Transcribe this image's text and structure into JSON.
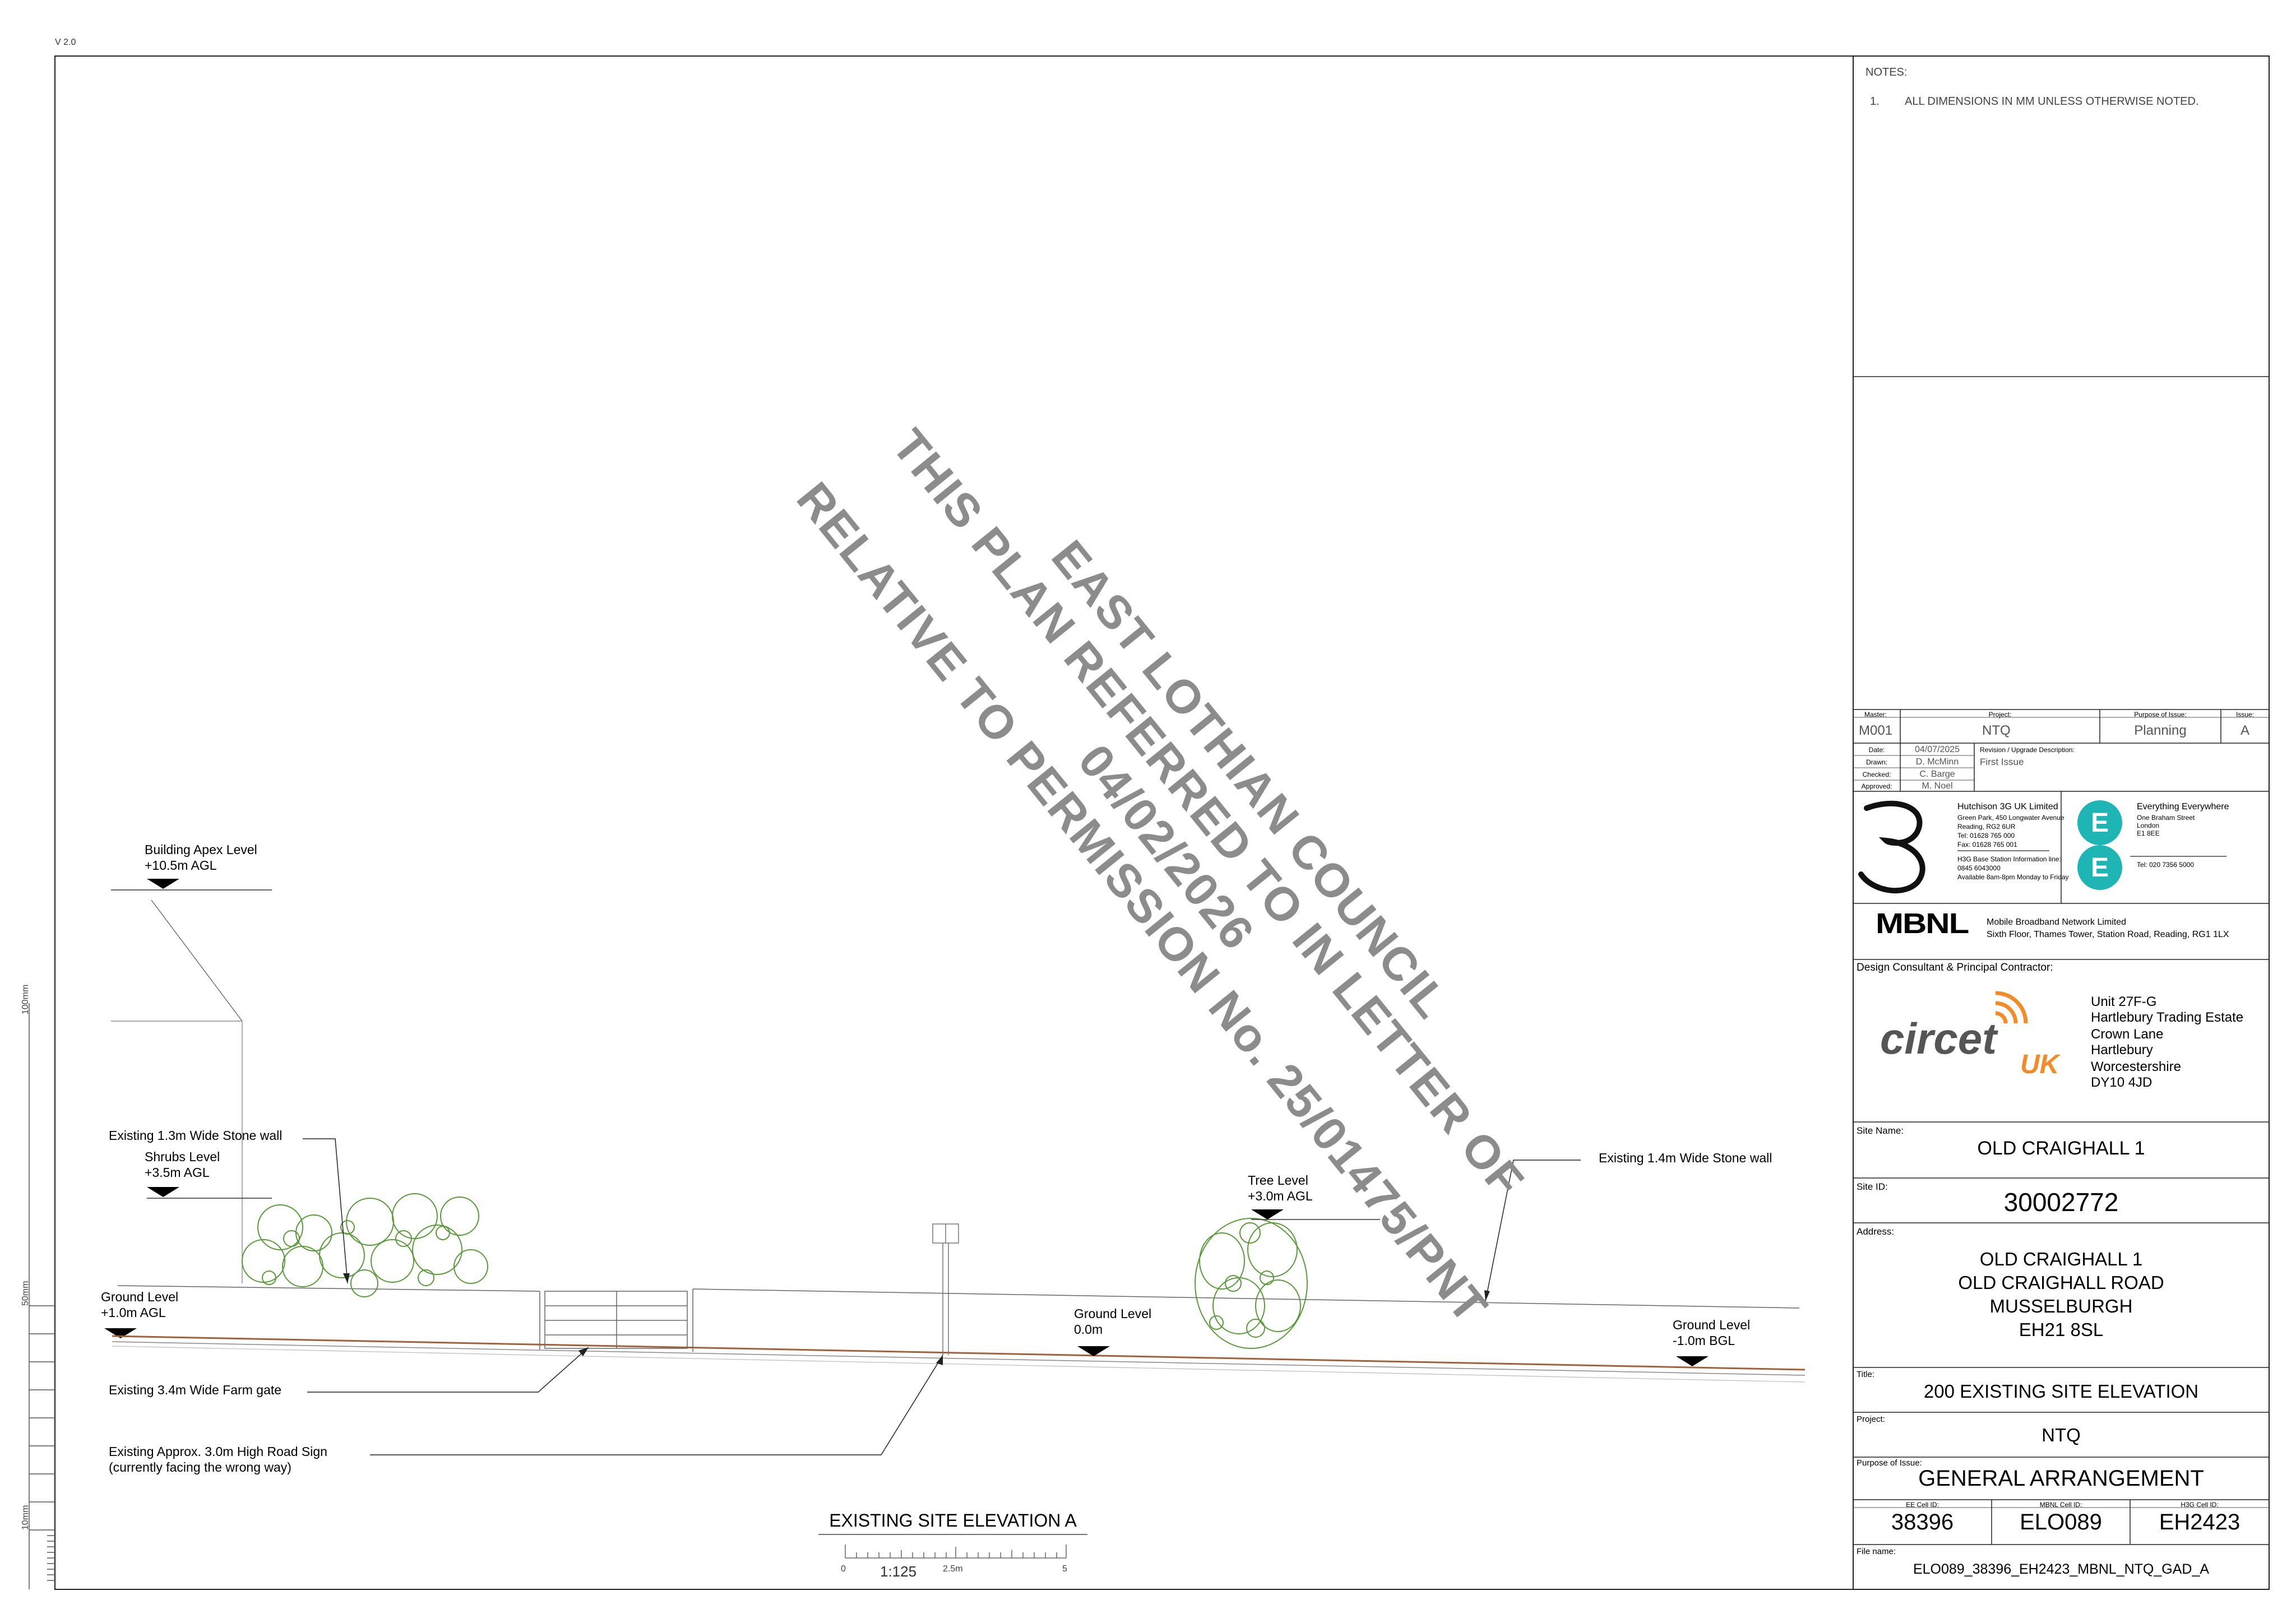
{
  "version": "V 2.0",
  "scale_bar_ticks": [
    "100mm",
    "50mm",
    "10mm"
  ],
  "drawing": {
    "title": "EXISTING SITE ELEVATION A",
    "scale": "1:125",
    "scale_marks": [
      "0",
      "2.5m",
      "5"
    ],
    "annotations": {
      "building_apex": [
        "Building Apex Level",
        "+10.5m AGL"
      ],
      "shrubs": [
        "Shrubs Level",
        "+3.5m AGL"
      ],
      "stone_wall_13": "Existing 1.3m Wide Stone wall",
      "ground_left": [
        "Ground Level",
        "+1.0m AGL"
      ],
      "ground_mid": [
        "Ground Level",
        "0.0m"
      ],
      "ground_right": [
        "Ground Level",
        "-1.0m BGL"
      ],
      "tree": [
        "Tree Level",
        "+3.0m AGL"
      ],
      "stone_wall_14": "Existing 1.4m Wide Stone wall",
      "farm_gate": "Existing 3.4m Wide Farm gate",
      "road_sign": [
        "Existing Approx. 3.0m High Road Sign",
        "(currently facing the wrong way)"
      ]
    },
    "colors": {
      "vegetation": "#5a9a3a",
      "ground_line": "#a0623a",
      "watermark": "#8c8c8c"
    }
  },
  "watermark": [
    "EAST LOTHIAN COUNCIL",
    "THIS PLAN REFERRED TO IN LETTER OF",
    "04/02/2026",
    "RELATIVE TO PERMISSION No. 25/01475/PNT"
  ],
  "title_block": {
    "notes_heading": "NOTES:",
    "notes": [
      {
        "num": "1.",
        "text": "ALL DIMENSIONS IN MM UNLESS OTHERWISE NOTED."
      }
    ],
    "master_label": "Master:",
    "master": "M001",
    "project_label": "Project:",
    "project": "NTQ",
    "purpose_label": "Purpose of Issue:",
    "purpose": "Planning",
    "issue_label": "Issue:",
    "issue": "A",
    "rev_rows": [
      {
        "label": "Date:",
        "value": "04/07/2025"
      },
      {
        "label": "Drawn:",
        "value": "D. McMinn"
      },
      {
        "label": "Checked:",
        "value": "C. Barge"
      },
      {
        "label": "Approved:",
        "value": "M. Noel"
      }
    ],
    "revision_label": "Revision / Upgrade Description:",
    "revision_desc": "First Issue",
    "three": {
      "name": "Hutchison 3G UK Limited",
      "address": [
        "Green Park, 450 Longwater Avenue",
        "Reading, RG2 6UR"
      ],
      "tel": "Tel: 01628 765 000",
      "fax": "Fax: 01628 765 001",
      "info": [
        "H3G Base Station Information line:",
        "0845 6043000",
        "Available 8am-8pm Monday to Friday"
      ]
    },
    "ee": {
      "name": "Everything Everywhere",
      "address": [
        "One Braham Street",
        "London",
        "E1 8EE"
      ],
      "tel": "Tel: 020 7356 5000",
      "color": "#1fb5b5"
    },
    "mbnl": {
      "logo": "MBNL",
      "name": "Mobile Broadband Network Limited",
      "address": "Sixth Floor, Thames Tower,  Station Road, Reading, RG1 1LX"
    },
    "consultant_label": "Design Consultant & Principal Contractor:",
    "circet": {
      "logo": "circet",
      "logo_sub": "UK",
      "address": [
        "Unit 27F-G",
        "Hartlebury Trading Estate",
        "Crown Lane",
        "Hartlebury",
        "Worcestershire",
        "DY10 4JD"
      ],
      "color_dark": "#555555",
      "color_orange": "#f28c28"
    },
    "site_name_label": "Site Name:",
    "site_name": "OLD CRAIGHALL 1",
    "site_id_label": "Site ID:",
    "site_id": "30002772",
    "address_label": "Address:",
    "address": [
      "OLD CRAIGHALL 1",
      "OLD CRAIGHALL ROAD",
      "MUSSELBURGH",
      "EH21 8SL"
    ],
    "title_label": "Title:",
    "title": "200 EXISTING SITE ELEVATION",
    "project2_label": "Project:",
    "project2": "NTQ",
    "purpose2_label": "Purpose of Issue:",
    "purpose2": "GENERAL ARRANGEMENT",
    "cells": [
      {
        "label": "EE Cell ID:",
        "value": "38396"
      },
      {
        "label": "MBNL Cell ID:",
        "value": "ELO089"
      },
      {
        "label": "H3G Cell ID:",
        "value": "EH2423"
      }
    ],
    "file_label": "File name:",
    "file_name": "ELO089_38396_EH2423_MBNL_NTQ_GAD_A"
  }
}
